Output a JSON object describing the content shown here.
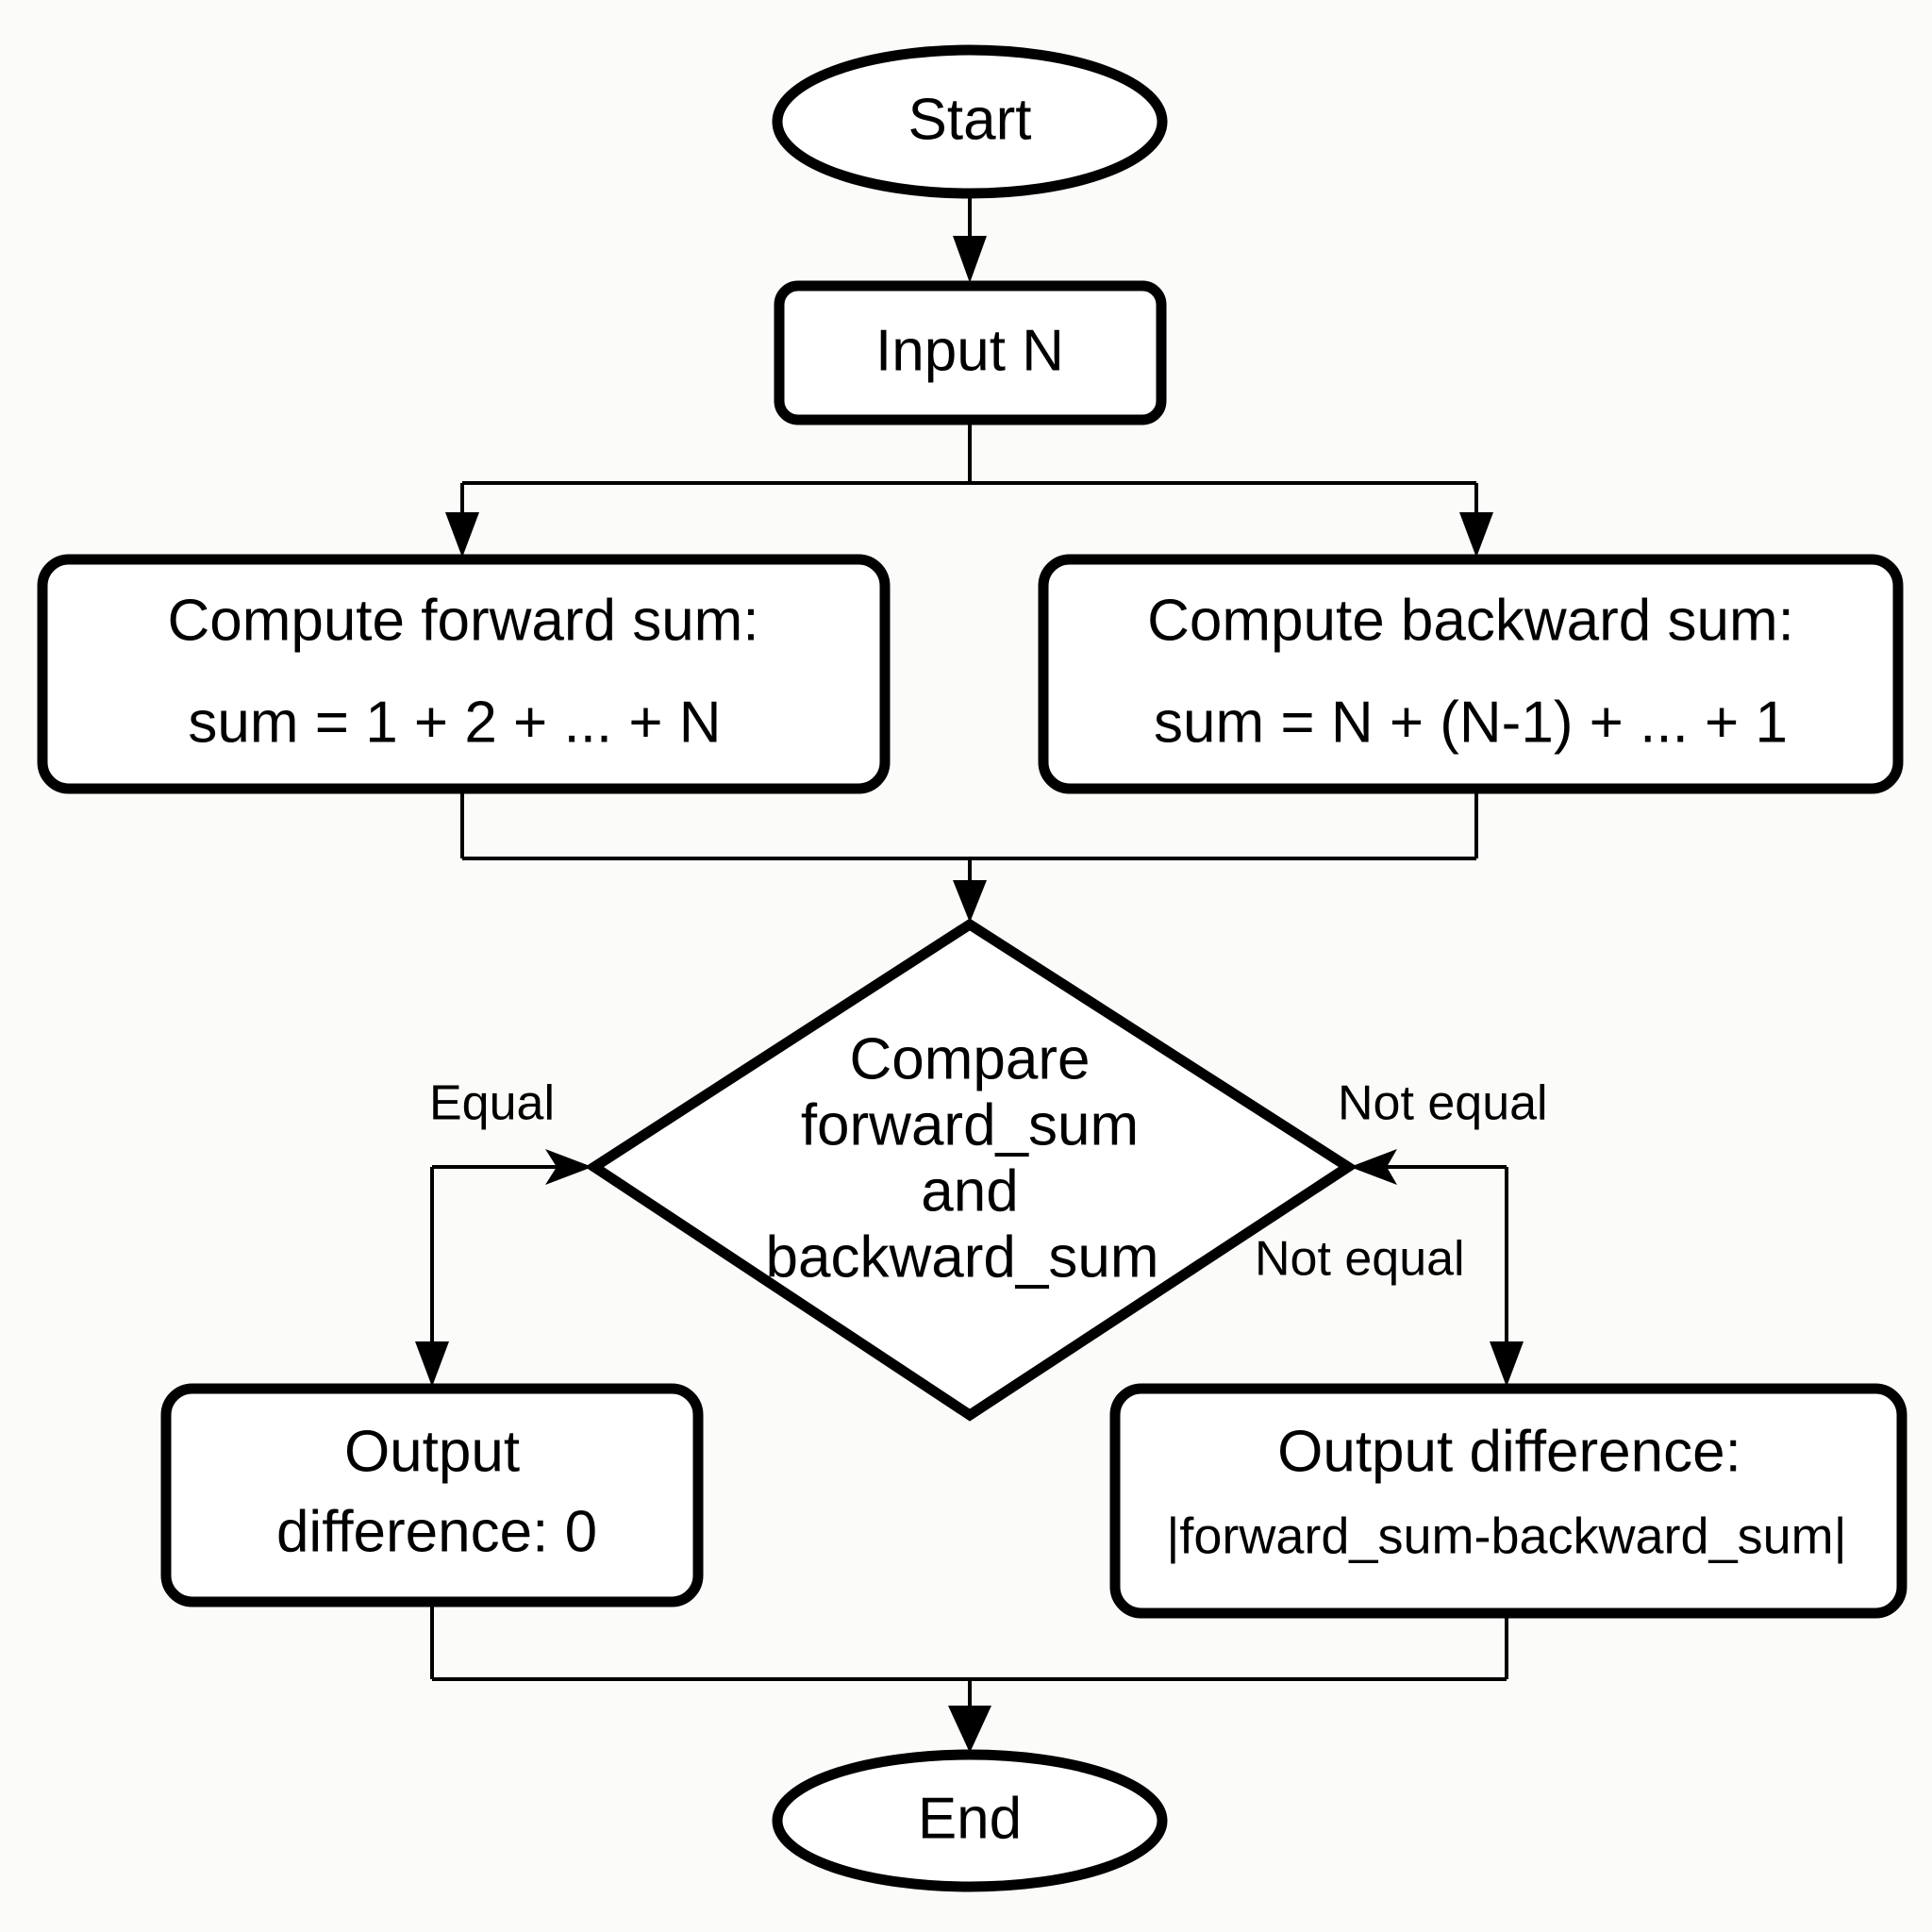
{
  "diagram": {
    "type": "flowchart",
    "nodes": {
      "start": {
        "shape": "terminator",
        "label": "Start"
      },
      "input": {
        "shape": "process",
        "label": "Input N"
      },
      "forward": {
        "shape": "process",
        "line1": "Compute forward sum:",
        "line2": "sum = 1 + 2 + ... + N"
      },
      "backward": {
        "shape": "process",
        "line1": "Compute backward sum:",
        "line2": "sum = N + (N-1) + ... + 1"
      },
      "compare": {
        "shape": "decision",
        "lines": [
          "Compare",
          "forward_sum",
          "and",
          "backward_sum"
        ]
      },
      "out_equal": {
        "shape": "process",
        "line1": "Output",
        "line2": "difference: 0"
      },
      "out_diff": {
        "shape": "process",
        "line1": "Output difference:",
        "line2": "|forward_sum-backward_sum|"
      },
      "end": {
        "shape": "terminator",
        "label": "End"
      }
    },
    "edge_labels": {
      "equal": "Equal",
      "not_equal_top": "Not equal",
      "not_equal_side": "Not equal"
    },
    "edges": [
      {
        "from": "start",
        "to": "input"
      },
      {
        "from": "input",
        "to": "forward"
      },
      {
        "from": "input",
        "to": "backward"
      },
      {
        "from": "forward",
        "to": "compare"
      },
      {
        "from": "backward",
        "to": "compare"
      },
      {
        "from": "compare",
        "to": "out_equal",
        "label": "Equal"
      },
      {
        "from": "compare",
        "to": "out_diff",
        "label": "Not equal"
      },
      {
        "from": "out_equal",
        "to": "end"
      },
      {
        "from": "out_diff",
        "to": "end"
      }
    ],
    "colors": {
      "stroke": "#000000",
      "fill": "#ffffff",
      "background": "#fbfbf9"
    }
  }
}
